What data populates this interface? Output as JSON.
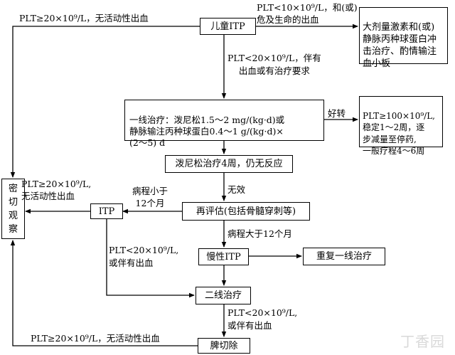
{
  "nodes": {
    "itp": "儿童ITP",
    "high_dose": "大剂量激素和(或)\n静脉丙种球蛋白冲\n击治疗、酌情输注\n血小板",
    "first_line": "一线治疗：泼尼松1.5～2 mg/(kg·d)或\n静脉输注丙种球蛋白0.4～1 g/(kg·d)×\n(2～5) d",
    "stable": "PLT≥100×10⁹/L,\n稳定1～2周，逐\n步减量至停药,\n一般疗程4～6周",
    "pred4w": "泼尼松治疗4周，仍无反应",
    "reeval": "再评估(包括骨髓穿刺等)",
    "itp_short": "ITP",
    "chronic": "慢性ITP",
    "repeat": "重复一线治疗",
    "second_line": "二线治疗",
    "splenectomy": "脾切除",
    "observe": "密\n切\n观\n察"
  },
  "labels": {
    "plt_lt10": "PLT<10×10⁹/L，和(或)\n危及生命的出血",
    "plt_ge20_top": "PLT≥20×10⁹/L，无活动性出血",
    "plt_lt20_bleed": "PLT<20×10⁹/L，伴有\n出血或有治疗要求",
    "improve": "好转",
    "no_effect": "无效",
    "under12": "病程小于\n12个月",
    "plt_ge20_mid": "PLT≥20×10⁹/L,\n无活动性出血",
    "over12": "病程大于12个月",
    "plt_lt20_or_a": "PLT<20×10⁹/L,\n或伴有出血",
    "plt_lt20_or_b": "PLT<20×10⁹/L,\n或伴有出血",
    "plt_ge20_bottom": "PLT≥20×10⁹/L，无活动性出血"
  },
  "watermark": "丁香园"
}
